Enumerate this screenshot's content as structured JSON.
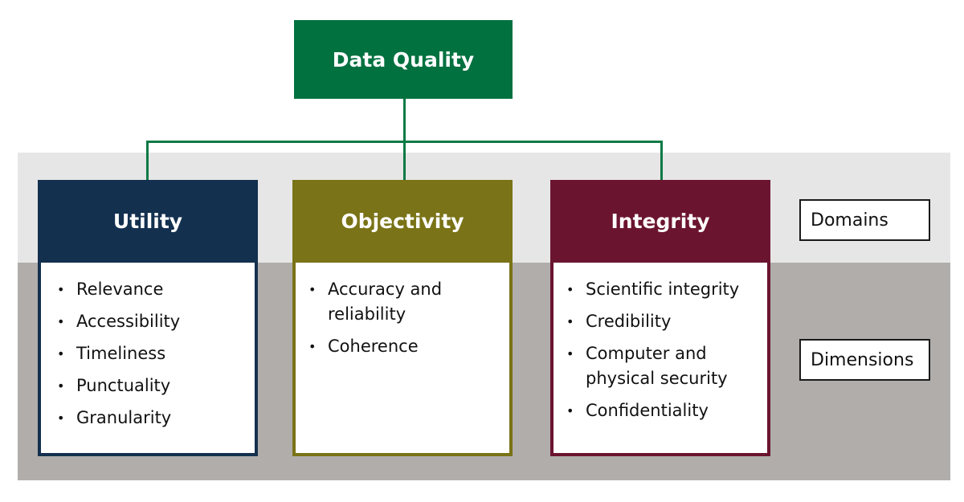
{
  "root": {
    "title": "Data Quality",
    "color": "#027140"
  },
  "bands": {
    "domains_color": "#e6e6e6",
    "dimensions_color": "#b0adab"
  },
  "columns": [
    {
      "title": "Utility",
      "color": "#13304f",
      "items": [
        "Relevance",
        "Accessibility",
        "Timeliness",
        "Punctuality",
        "Granularity"
      ]
    },
    {
      "title": "Objectivity",
      "color": "#7a7317",
      "items": [
        "Accuracy and reliability",
        "Coherence"
      ]
    },
    {
      "title": "Integrity",
      "color": "#6b1430",
      "items": [
        "Scientific integrity",
        "Credibility",
        "Computer and physical security",
        "Confidentiality"
      ]
    }
  ],
  "legend": {
    "domains": "Domains",
    "dimensions": "Dimensions"
  }
}
